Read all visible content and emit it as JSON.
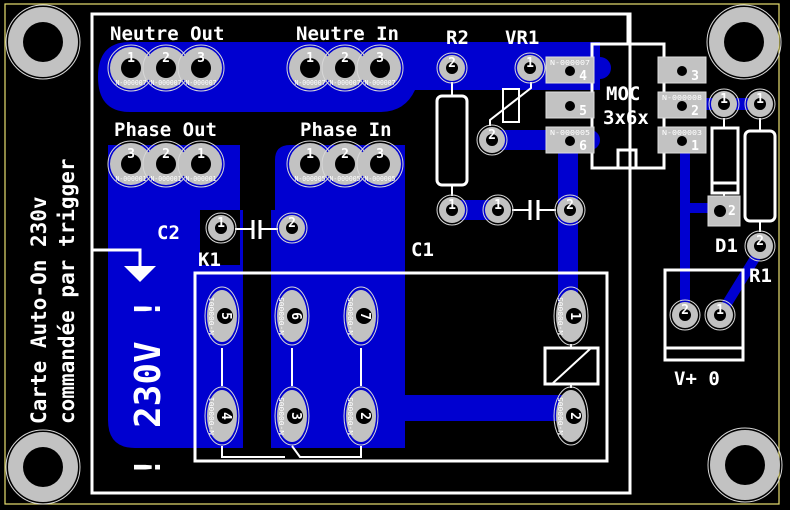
{
  "board": {
    "title_line1": "Carte Auto-On 230v",
    "title_line2": "commandée par trigger",
    "warning": "230V !",
    "warning_prefix": "!",
    "colors": {
      "background": "#000000",
      "copper": "#0000d0",
      "pad": "#c2c2c2",
      "silkscreen": "#ffffff",
      "edge": "#e8e070"
    }
  },
  "connectors": {
    "neutre_out": {
      "label": "Neutre Out",
      "pins": [
        "1",
        "2",
        "3"
      ],
      "nets": [
        "N-000007",
        "N-000007",
        "N-000007"
      ]
    },
    "neutre_in": {
      "label": "Neutre In",
      "pins": [
        "1",
        "2",
        "3"
      ],
      "nets": [
        "N-000007",
        "N-000007",
        "N-000007"
      ]
    },
    "phase_out": {
      "label": "Phase Out",
      "pins": [
        "3",
        "2",
        "1"
      ],
      "nets": [
        "N-000001",
        "N-000001",
        "N-000001"
      ]
    },
    "phase_in": {
      "label": "Phase In",
      "pins": [
        "1",
        "2",
        "3"
      ],
      "nets": [
        "N-000005",
        "N-000005",
        "N-000005"
      ]
    },
    "power": {
      "label": "V+  0",
      "pins": [
        "2",
        "1"
      ]
    }
  },
  "components": {
    "r2": {
      "ref": "R2",
      "pins": [
        "2",
        "1"
      ]
    },
    "vr1": {
      "ref": "VR1",
      "pins": [
        "1",
        "2"
      ]
    },
    "c1": {
      "ref": "C1",
      "pins": [
        "1",
        "2"
      ]
    },
    "c2": {
      "ref": "C2",
      "pins": [
        "1",
        "2"
      ]
    },
    "r1": {
      "ref": "R1",
      "pins": [
        "1",
        "2"
      ]
    },
    "d1": {
      "ref": "D1",
      "pins": [
        "1",
        "2"
      ]
    },
    "k1": {
      "ref": "K1",
      "pins_top": [
        "5",
        "6",
        "7",
        "1"
      ],
      "pins_bottom": [
        "4",
        "3",
        "2",
        "2"
      ],
      "nets_top": [
        "N-000001",
        "N-000005",
        "N-000005",
        "N-000005"
      ],
      "nets_bottom": [
        "N-000001",
        "N-000005",
        "N-000005",
        "N-000005"
      ]
    },
    "moc": {
      "ref_line1": "MOC",
      "ref_line2": "3x6x",
      "left_pins": [
        "4",
        "5",
        "6"
      ],
      "left_nets": [
        "N-000007",
        "",
        "N-000005"
      ],
      "right_pins": [
        "3",
        "2",
        "1"
      ],
      "right_nets": [
        "",
        "N-000008",
        "N-000003"
      ]
    }
  }
}
